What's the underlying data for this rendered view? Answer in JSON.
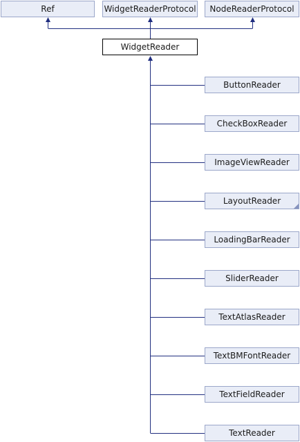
{
  "diagram": {
    "base_classes": [
      {
        "id": "ref",
        "label": "Ref"
      },
      {
        "id": "widget-reader-protocol",
        "label": "WidgetReaderProtocol"
      },
      {
        "id": "node-reader-protocol",
        "label": "NodeReaderProtocol"
      }
    ],
    "current_class": {
      "id": "widget-reader",
      "label": "WidgetReader"
    },
    "derived_classes": [
      {
        "id": "button-reader",
        "label": "ButtonReader"
      },
      {
        "id": "check-box-reader",
        "label": "CheckBoxReader"
      },
      {
        "id": "image-view-reader",
        "label": "ImageViewReader"
      },
      {
        "id": "layout-reader",
        "label": "LayoutReader",
        "has_more": true
      },
      {
        "id": "loading-bar-reader",
        "label": "LoadingBarReader"
      },
      {
        "id": "slider-reader",
        "label": "SliderReader"
      },
      {
        "id": "text-atlas-reader",
        "label": "TextAtlasReader"
      },
      {
        "id": "text-bm-font-reader",
        "label": "TextBMFontReader"
      },
      {
        "id": "text-field-reader",
        "label": "TextFieldReader"
      },
      {
        "id": "text-reader",
        "label": "TextReader"
      }
    ],
    "colors": {
      "edge": "#1f2d7f",
      "node_fill": "#e9edf7",
      "node_border": "#9aa6c9",
      "current_border": "#000000",
      "current_fill": "#ffffff"
    }
  }
}
